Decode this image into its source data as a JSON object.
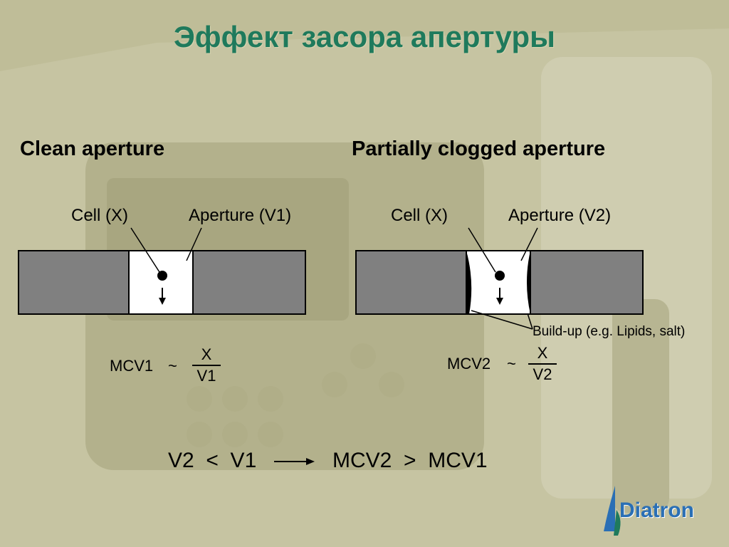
{
  "title": "Эффект засора апертуры",
  "left": {
    "heading": "Clean aperture",
    "cell_label": "Cell (X)",
    "aperture_label": "Aperture (V1)",
    "formula_lhs": "MCV1",
    "tilde": "~",
    "numerator": "X",
    "denominator": "V1"
  },
  "right": {
    "heading": "Partially clogged aperture",
    "cell_label": "Cell (X)",
    "aperture_label": "Aperture (V2)",
    "buildup_label": "Build-up (e.g. Lipids, salt)",
    "formula_lhs": "MCV2",
    "tilde": "~",
    "numerator": "X",
    "denominator": "V2"
  },
  "conclusion": {
    "premise": "V2  <  V1",
    "result": "MCV2  >  MCV1"
  },
  "logo": {
    "text": "Diatron"
  },
  "colors": {
    "title": "#1f7a5c",
    "wall": "#808080",
    "background": "#bdbb97",
    "logo": "#2a6fb5"
  }
}
